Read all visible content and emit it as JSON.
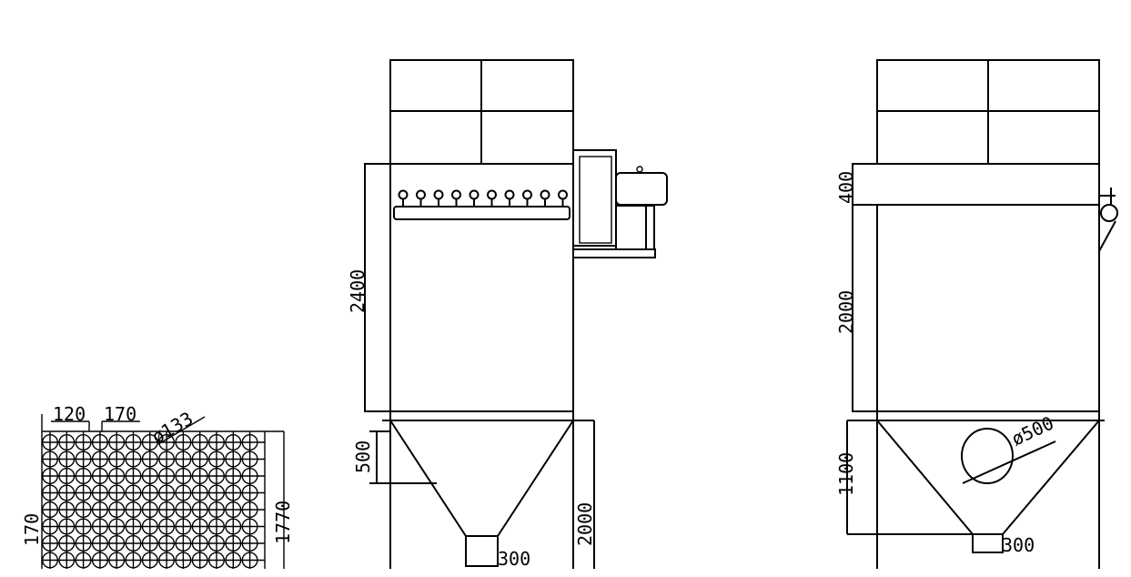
{
  "colors": {
    "line": "#000000",
    "background": "#ffffff"
  },
  "plan_view": {
    "dim_left_spacing": "120",
    "dim_pitch": "170",
    "dim_diameter": "ø133",
    "dim_row_pitch": "170",
    "dim_depth": "1770",
    "rows": 8,
    "cols": 13
  },
  "front_view": {
    "dim_body_height": "2400",
    "dim_inlet": "500",
    "dim_hopper_height": "2000",
    "dim_outlet": "300",
    "nozzle_count": 10
  },
  "side_view": {
    "dim_top_section": "400",
    "dim_body_height": "2000",
    "dim_hopper_height": "1100",
    "dim_port_diameter": "ø500",
    "dim_outlet": "300"
  }
}
